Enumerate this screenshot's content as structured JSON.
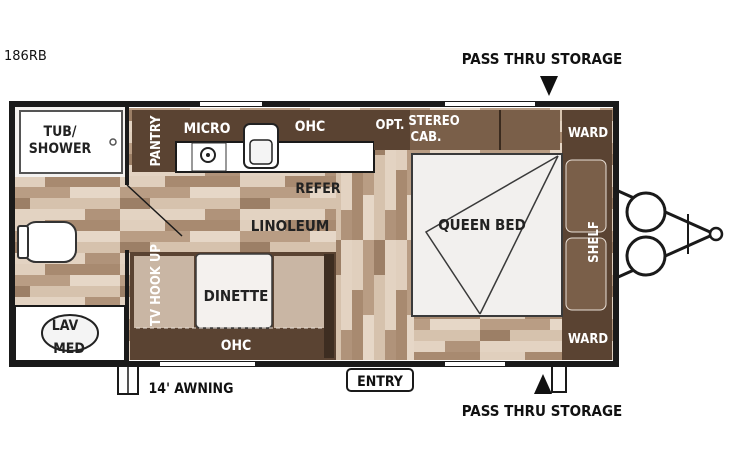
{
  "model_code": "186RB",
  "labels": {
    "tub_shower": [
      "TUB/",
      "SHOWER"
    ],
    "pantry": "PANTRY",
    "micro": "MICRO",
    "ohc_top": "OHC",
    "opt": "OPT.",
    "stereo_cab": [
      "STEREO",
      "CAB."
    ],
    "ward_top": "WARD",
    "ward_bottom": "WARD",
    "refer": "REFER",
    "linoleum": "LINOLEUM",
    "queen_bed": "QUEEN BED",
    "shelf": "SHELF",
    "tv_hook_up": "TV HOOK UP",
    "dinette": "DINETTE",
    "ohc_dinette": "OHC",
    "lav": "LAV",
    "med": "MED",
    "awning": "14' AWNING",
    "entry": "ENTRY",
    "pass_thru_top": "PASS THRU STORAGE",
    "pass_thru_bottom": "PASS THRU STORAGE"
  },
  "colors": {
    "wall": "#1a1a1a",
    "cabinet": "#5a4332",
    "cabinet_light": "#7a5f49",
    "floor_light": "#d8c6b3",
    "floor_dark": "#9c7f66",
    "fixture": "#ffffff",
    "bed": "#f2f0ee"
  }
}
